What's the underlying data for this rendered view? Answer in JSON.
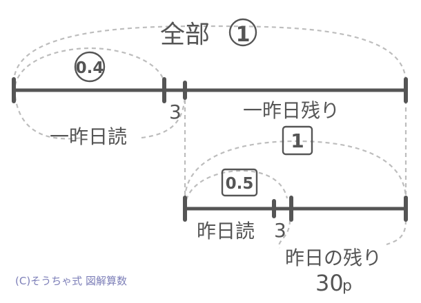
{
  "labels": {
    "whole": "全部",
    "whole_value": "1",
    "yesterday_ratio": "0.4",
    "pages_small_1": "3",
    "yesterday_read": "一昨日読",
    "yesterday_rest": "一昨日残り",
    "rest_value": "1",
    "today_ratio": "0.5",
    "read": "昨日読",
    "pages_small_2": "3",
    "rest": "昨日の残り",
    "answer": "30",
    "answer_unit": "p",
    "credit": "(C)そうちゃ式 図解算数"
  },
  "colors": {
    "ink": "#555555",
    "dash": "#bdbdbd",
    "credit": "#7d7fb8"
  }
}
